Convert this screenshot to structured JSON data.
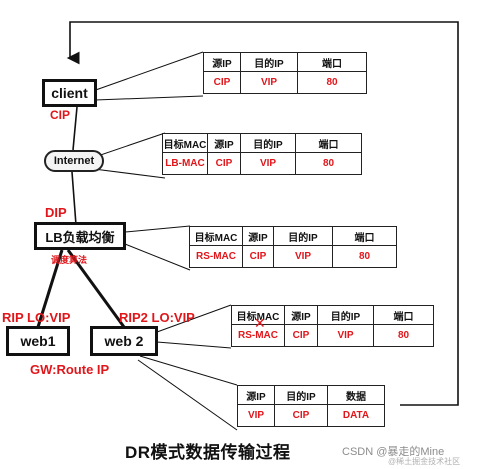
{
  "nodes": {
    "client": "client",
    "lb": "LB负载均衡",
    "web1": "web1",
    "web2": "web 2",
    "internet": "Internet"
  },
  "labels": {
    "cip": "CIP",
    "dip": "DIP",
    "sched": "调度算法",
    "rip1": "RIP LO:VIP",
    "rip2": "RIP2 LO:VIP",
    "gw": "GW:Route IP"
  },
  "tables": {
    "t1": {
      "headers": [
        "源IP",
        "目的IP",
        "端口"
      ],
      "values": [
        "CIP",
        "VIP",
        "80"
      ]
    },
    "t2": {
      "headers": [
        "目标MAC",
        "源IP",
        "目的IP",
        "端口"
      ],
      "values": [
        "LB-MAC",
        "CIP",
        "VIP",
        "80"
      ]
    },
    "t3": {
      "headers": [
        "目标MAC",
        "源IP",
        "目的IP",
        "端口"
      ],
      "values": [
        "RS-MAC",
        "CIP",
        "VIP",
        "80"
      ]
    },
    "t4": {
      "headers": [
        "目标MAC",
        "源IP",
        "目的IP",
        "端口"
      ],
      "values": [
        "RS-MAC",
        "CIP",
        "VIP",
        "80"
      ]
    },
    "t5": {
      "headers": [
        "源IP",
        "目的IP",
        "数据"
      ],
      "values": [
        "VIP",
        "CIP",
        "DATA"
      ]
    }
  },
  "title": "DR模式数据传输过程",
  "watermark": {
    "line1": "CSDN @暴走的Mine",
    "line2": "@稀土掘金技术社区"
  },
  "colors": {
    "accent": "#e0161b",
    "line": "#111111"
  }
}
